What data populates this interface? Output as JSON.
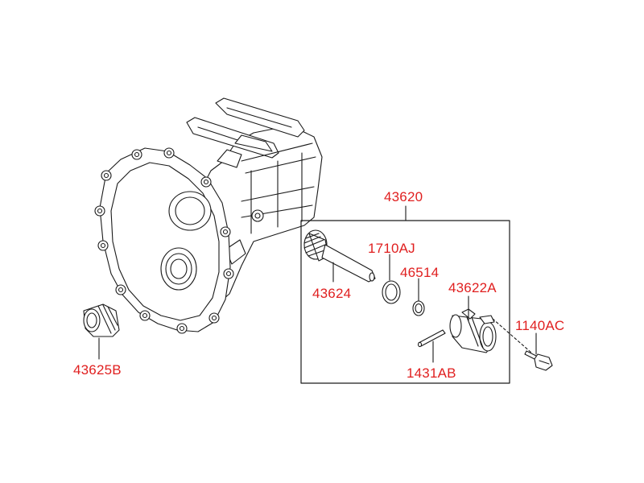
{
  "colors": {
    "label": "#e01f1f",
    "line": "#1a1a1a",
    "background": "#ffffff"
  },
  "parts": {
    "housing_plug": "43625B",
    "assembly": "43620",
    "gear_shaft": "43624",
    "o_ring_large": "1710AJ",
    "o_ring_small": "46514",
    "sleeve": "43622A",
    "pin": "1431AB",
    "bolt": "1140AC"
  }
}
